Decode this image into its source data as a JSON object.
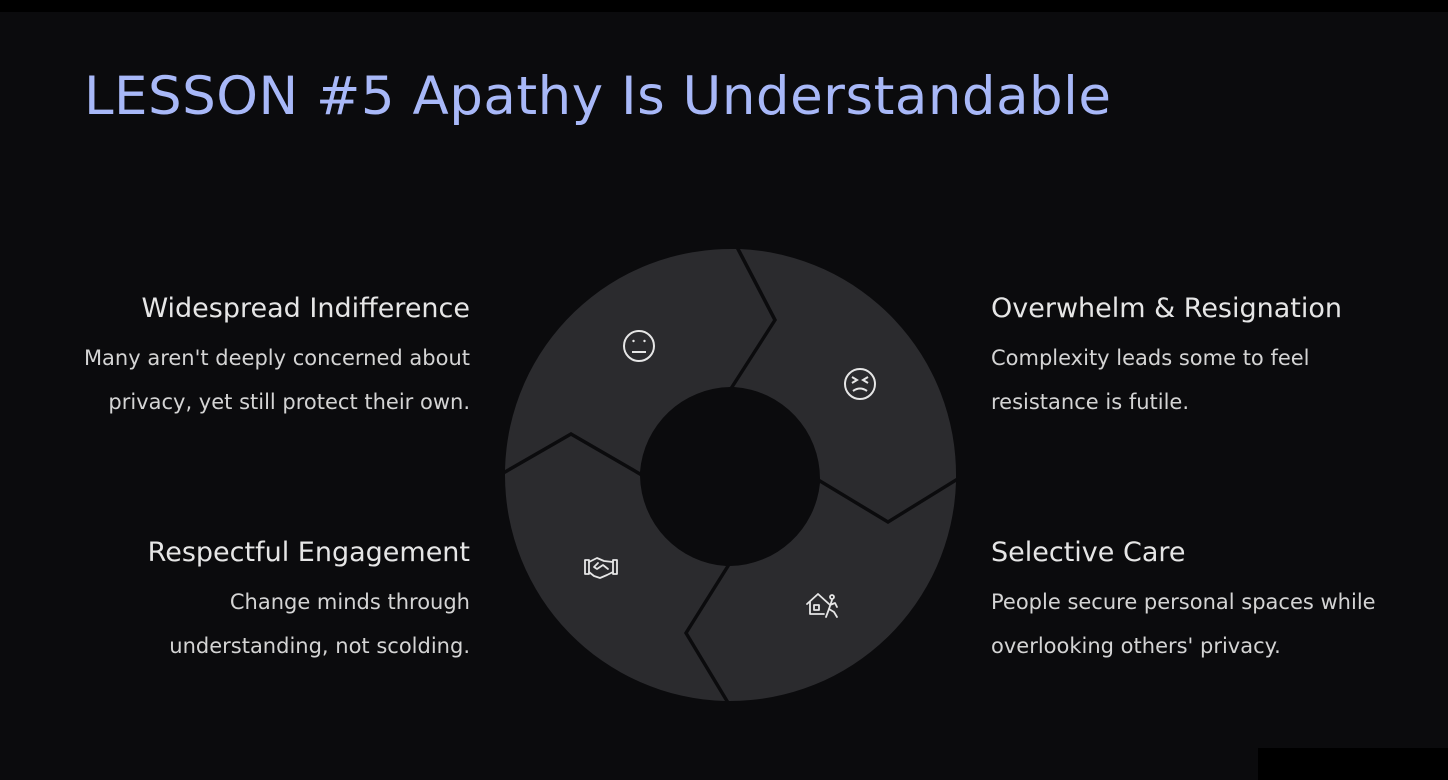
{
  "title": "LESSON #5 Apathy Is Understandable",
  "quadrants": [
    {
      "position": "top-left",
      "heading": "Widespread Indifference",
      "line1": "Many aren't deeply concerned about",
      "line2": "privacy, yet still protect their own.",
      "icon": "neutral-face-icon"
    },
    {
      "position": "top-right",
      "heading": "Overwhelm & Resignation",
      "line1": "Complexity leads some to feel",
      "line2": "resistance is futile.",
      "icon": "frustrated-face-icon"
    },
    {
      "position": "bottom-left",
      "heading": "Respectful Engagement",
      "line1": "Change minds through",
      "line2": "understanding, not scolding.",
      "icon": "handshake-icon"
    },
    {
      "position": "bottom-right",
      "heading": "Selective Care",
      "line1": "People secure personal spaces while",
      "line2": "overlooking others' privacy.",
      "icon": "house-person-icon"
    }
  ],
  "colors": {
    "title": "#a8b8f8",
    "background": "#0b0b0d",
    "segment": "#2b2b2e",
    "heading": "#e6e6e6",
    "body": "#d4d4d4"
  }
}
